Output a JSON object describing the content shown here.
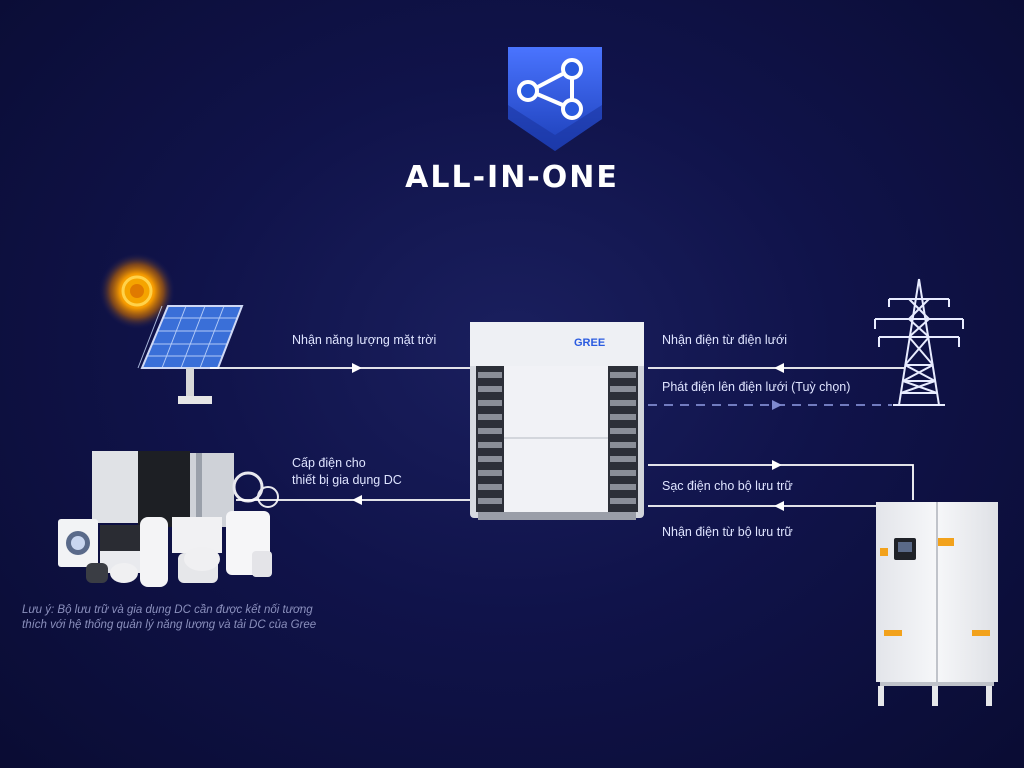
{
  "title": "ALL-IN-ONE",
  "unit_brand": "GREE",
  "flows": {
    "solar_in": "Nhận năng lượng mặt trời",
    "dc_out_line1": "Cấp điện cho",
    "dc_out_line2": "thiết bị gia dụng DC",
    "grid_in": "Nhận điện từ điện lưới",
    "grid_out": "Phát điện lên điện lưới (Tuỳ chọn)",
    "storage_charge": "Sạc điện cho bộ lưu trữ",
    "storage_in": "Nhận điện từ bộ lưu trữ"
  },
  "note_line1": "Lưu ý: Bộ lưu trữ và gia dụng DC cần được kết nối tương",
  "note_line2": "thích với hệ thống quản lý năng lượng và tải DC của Gree",
  "colors": {
    "background": "#10134a",
    "accent_blue": "#2a5be0",
    "sun": "#f5a400",
    "line": "#ffffff"
  },
  "icons": [
    "share-network-icon",
    "sun-icon",
    "solar-panel-icon",
    "power-tower-icon",
    "hvac-unit-icon",
    "dc-appliances-icon",
    "battery-storage-icon"
  ]
}
